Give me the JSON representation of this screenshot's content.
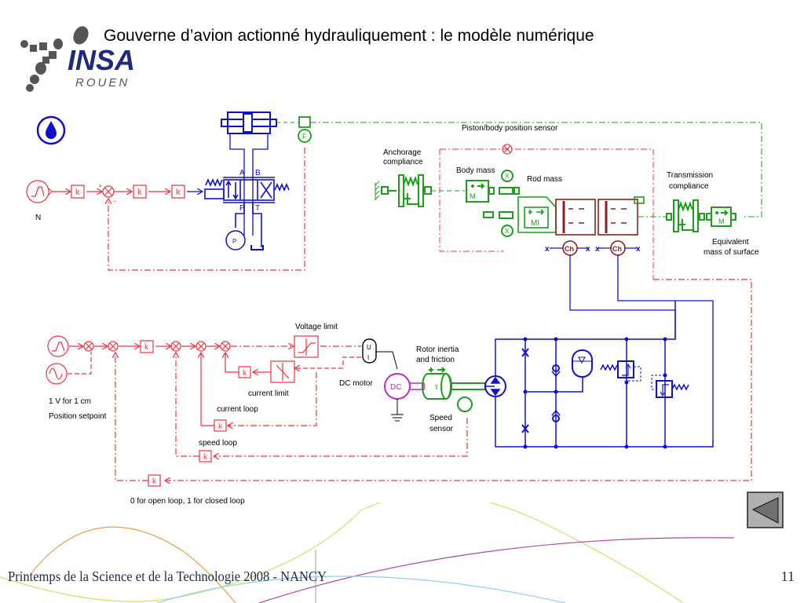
{
  "slide": {
    "title": "Gouverne d’avion actionné hydrauliquement : le modèle numérique",
    "footer": "Printemps de la Science et de la Technologie 2008 - NANCY",
    "page_number": "11"
  },
  "logo": {
    "name": "INSA",
    "subtitle": "ROUEN",
    "brand_color": "#1f2a7a",
    "dot_color": "#555555"
  },
  "colors": {
    "signal": "#ee3340",
    "mechanical": "#1aa01a",
    "hydraulic": "#1010cc",
    "electric": "#cc22cc",
    "thermal_chamber": "#8b2020"
  },
  "diagram": {
    "top_section": {
      "source_label": "N",
      "valve_ports": [
        "A",
        "B",
        "P",
        "T"
      ],
      "pressure_source_label": "P",
      "force_sensor_label": "F",
      "gain_label": "k",
      "sensor_title": "Piston/body position sensor",
      "anchorage_label_1": "Anchorage",
      "anchorage_label_2": "compliance",
      "body_mass_label": "Body mass",
      "rod_mass_label": "Rod mass",
      "mass_symbol": "M",
      "rod_mass_symbol": "MI",
      "position_sensor_symbol": "X",
      "chamber_symbol": "Ch",
      "transmission_label_1": "Transmission",
      "transmission_label_2": "compliance",
      "equivalent_label_1": "Equivalent",
      "equivalent_label_2": "mass of surface"
    },
    "bottom_section": {
      "voltage_limit_label": "Voltage limit",
      "current_limit_label": "current limit",
      "current_loop_label": "current loop",
      "speed_loop_label": "speed loop",
      "dc_motor_label": "DC motor",
      "dc_symbol": "DC",
      "ui_symbol_u": "U",
      "ui_symbol_i": "I",
      "rotor_label_1": "Rotor inertia",
      "rotor_label_2": "and friction",
      "speed_sensor_label_1": "Speed",
      "speed_sensor_label_2": "sensor",
      "setpoint_label_1": "1 V for 1 cm",
      "setpoint_label_2": "Position setpoint",
      "loop_switch_label": "0 for open loop, 1 for closed loop",
      "gain_label": "k"
    }
  },
  "nav": {
    "back_icon": "triangle-left-icon"
  }
}
